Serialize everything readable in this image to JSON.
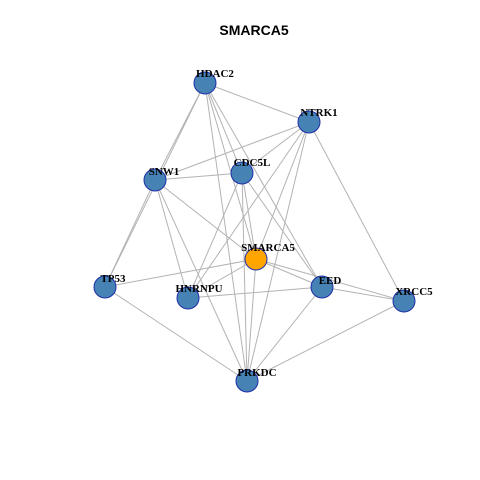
{
  "title": "SMARCA5",
  "colors": {
    "default_node": "#4682B4",
    "center_node": "#FFA500",
    "node_border": "#1F2FA8",
    "edge": "#B3B3B3"
  },
  "nodes": [
    {
      "id": "HDAC2",
      "label": "HDAC2",
      "center": false
    },
    {
      "id": "NTRK1",
      "label": "NTRK1",
      "center": false
    },
    {
      "id": "SNW1",
      "label": "SNW1",
      "center": false
    },
    {
      "id": "CDC5L",
      "label": "CDC5L",
      "center": false
    },
    {
      "id": "SMARCA5",
      "label": "SMARCA5",
      "center": true
    },
    {
      "id": "TP53",
      "label": "TP53",
      "center": false
    },
    {
      "id": "HNRNPU",
      "label": "HNRNPU",
      "center": false
    },
    {
      "id": "EED",
      "label": "EED",
      "center": false
    },
    {
      "id": "XRCC5",
      "label": "XRCC5",
      "center": false
    },
    {
      "id": "PRKDC",
      "label": "PRKDC",
      "center": false
    }
  ],
  "edges": [
    [
      "HDAC2",
      "NTRK1"
    ],
    [
      "HDAC2",
      "SNW1"
    ],
    [
      "HDAC2",
      "CDC5L"
    ],
    [
      "HDAC2",
      "TP53"
    ],
    [
      "HDAC2",
      "SMARCA5"
    ],
    [
      "HDAC2",
      "EED"
    ],
    [
      "HDAC2",
      "PRKDC"
    ],
    [
      "NTRK1",
      "SNW1"
    ],
    [
      "NTRK1",
      "CDC5L"
    ],
    [
      "NTRK1",
      "SMARCA5"
    ],
    [
      "NTRK1",
      "HNRNPU"
    ],
    [
      "NTRK1",
      "XRCC5"
    ],
    [
      "NTRK1",
      "PRKDC"
    ],
    [
      "SNW1",
      "CDC5L"
    ],
    [
      "SNW1",
      "TP53"
    ],
    [
      "SNW1",
      "HNRNPU"
    ],
    [
      "SNW1",
      "SMARCA5"
    ],
    [
      "SNW1",
      "PRKDC"
    ],
    [
      "CDC5L",
      "SMARCA5"
    ],
    [
      "CDC5L",
      "EED"
    ],
    [
      "CDC5L",
      "HNRNPU"
    ],
    [
      "CDC5L",
      "PRKDC"
    ],
    [
      "SMARCA5",
      "TP53"
    ],
    [
      "SMARCA5",
      "HNRNPU"
    ],
    [
      "SMARCA5",
      "EED"
    ],
    [
      "SMARCA5",
      "XRCC5"
    ],
    [
      "SMARCA5",
      "PRKDC"
    ],
    [
      "TP53",
      "PRKDC"
    ],
    [
      "HNRNPU",
      "EED"
    ],
    [
      "EED",
      "XRCC5"
    ],
    [
      "EED",
      "PRKDC"
    ],
    [
      "XRCC5",
      "PRKDC"
    ]
  ]
}
